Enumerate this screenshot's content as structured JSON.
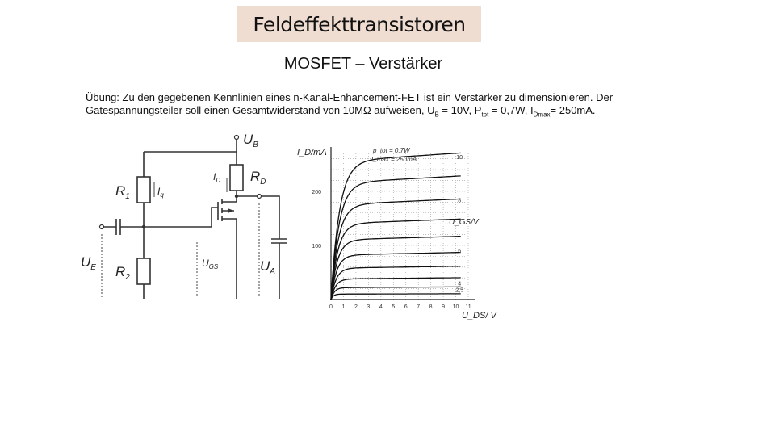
{
  "slide": {
    "title": "Feldeffekttransistoren",
    "subtitle": "MOSFET – Verstärker",
    "task_line1": "Übung: Zu den gegebenen Kennlinien eines n-Kanal-Enhancement-FET ist ein Verstärker zu dimensionieren. Der",
    "task_line2_a": "Gatespannungsteiler soll einen Gesamtwiderstand von 10MΩ aufweisen, U",
    "task_line2_b_sub": "B",
    "task_line2_c": " = 10V, P",
    "task_line2_d_sub": "tot",
    "task_line2_e": " = 0,7W, I",
    "task_line2_f_sub": "Dmax",
    "task_line2_g": "= 250mA."
  },
  "circuit": {
    "ub": "U",
    "ub_sub": "B",
    "r1": "R",
    "r1_sub": "1",
    "iq": "I",
    "iq_sub": "q",
    "id": "I",
    "id_sub": "D",
    "rd": "R",
    "rd_sub": "D",
    "ue": "U",
    "ue_sub": "E",
    "r2": "R",
    "r2_sub": "2",
    "ugs": "U",
    "ugs_sub": "GS",
    "ua": "U",
    "ua_sub": "A"
  },
  "chart_data": {
    "type": "line",
    "ylabel": "I_D/mA",
    "xlabel": "U_DS/ V",
    "param_label": "U_GS/V",
    "annotation_ptot": "p_tot = 0,7W",
    "annotation_imax": "I_max = 250mA",
    "xlim": [
      0,
      11
    ],
    "ylim": [
      0,
      270
    ],
    "x_ticks": [
      "0",
      "1",
      "2",
      "3",
      "4",
      "5",
      "6",
      "7",
      "8",
      "9",
      "10",
      "11"
    ],
    "y_ticks": [
      {
        "value": 100,
        "label": "100"
      },
      {
        "value": 200,
        "label": "200"
      }
    ],
    "series": [
      {
        "name": "10",
        "sat_value": 255,
        "knee": 1.5
      },
      {
        "name": "",
        "sat_value": 215,
        "knee": 1.4
      },
      {
        "name": "8",
        "sat_value": 175,
        "knee": 1.3
      },
      {
        "name": "",
        "sat_value": 140,
        "knee": 1.2
      },
      {
        "name": "",
        "sat_value": 110,
        "knee": 1.1
      },
      {
        "name": "6",
        "sat_value": 82,
        "knee": 1.0
      },
      {
        "name": "",
        "sat_value": 58,
        "knee": 0.9
      },
      {
        "name": "",
        "sat_value": 38,
        "knee": 0.8
      },
      {
        "name": "4",
        "sat_value": 22,
        "knee": 0.6
      },
      {
        "name": "2,5",
        "sat_value": 10,
        "knee": 0.4
      }
    ]
  }
}
